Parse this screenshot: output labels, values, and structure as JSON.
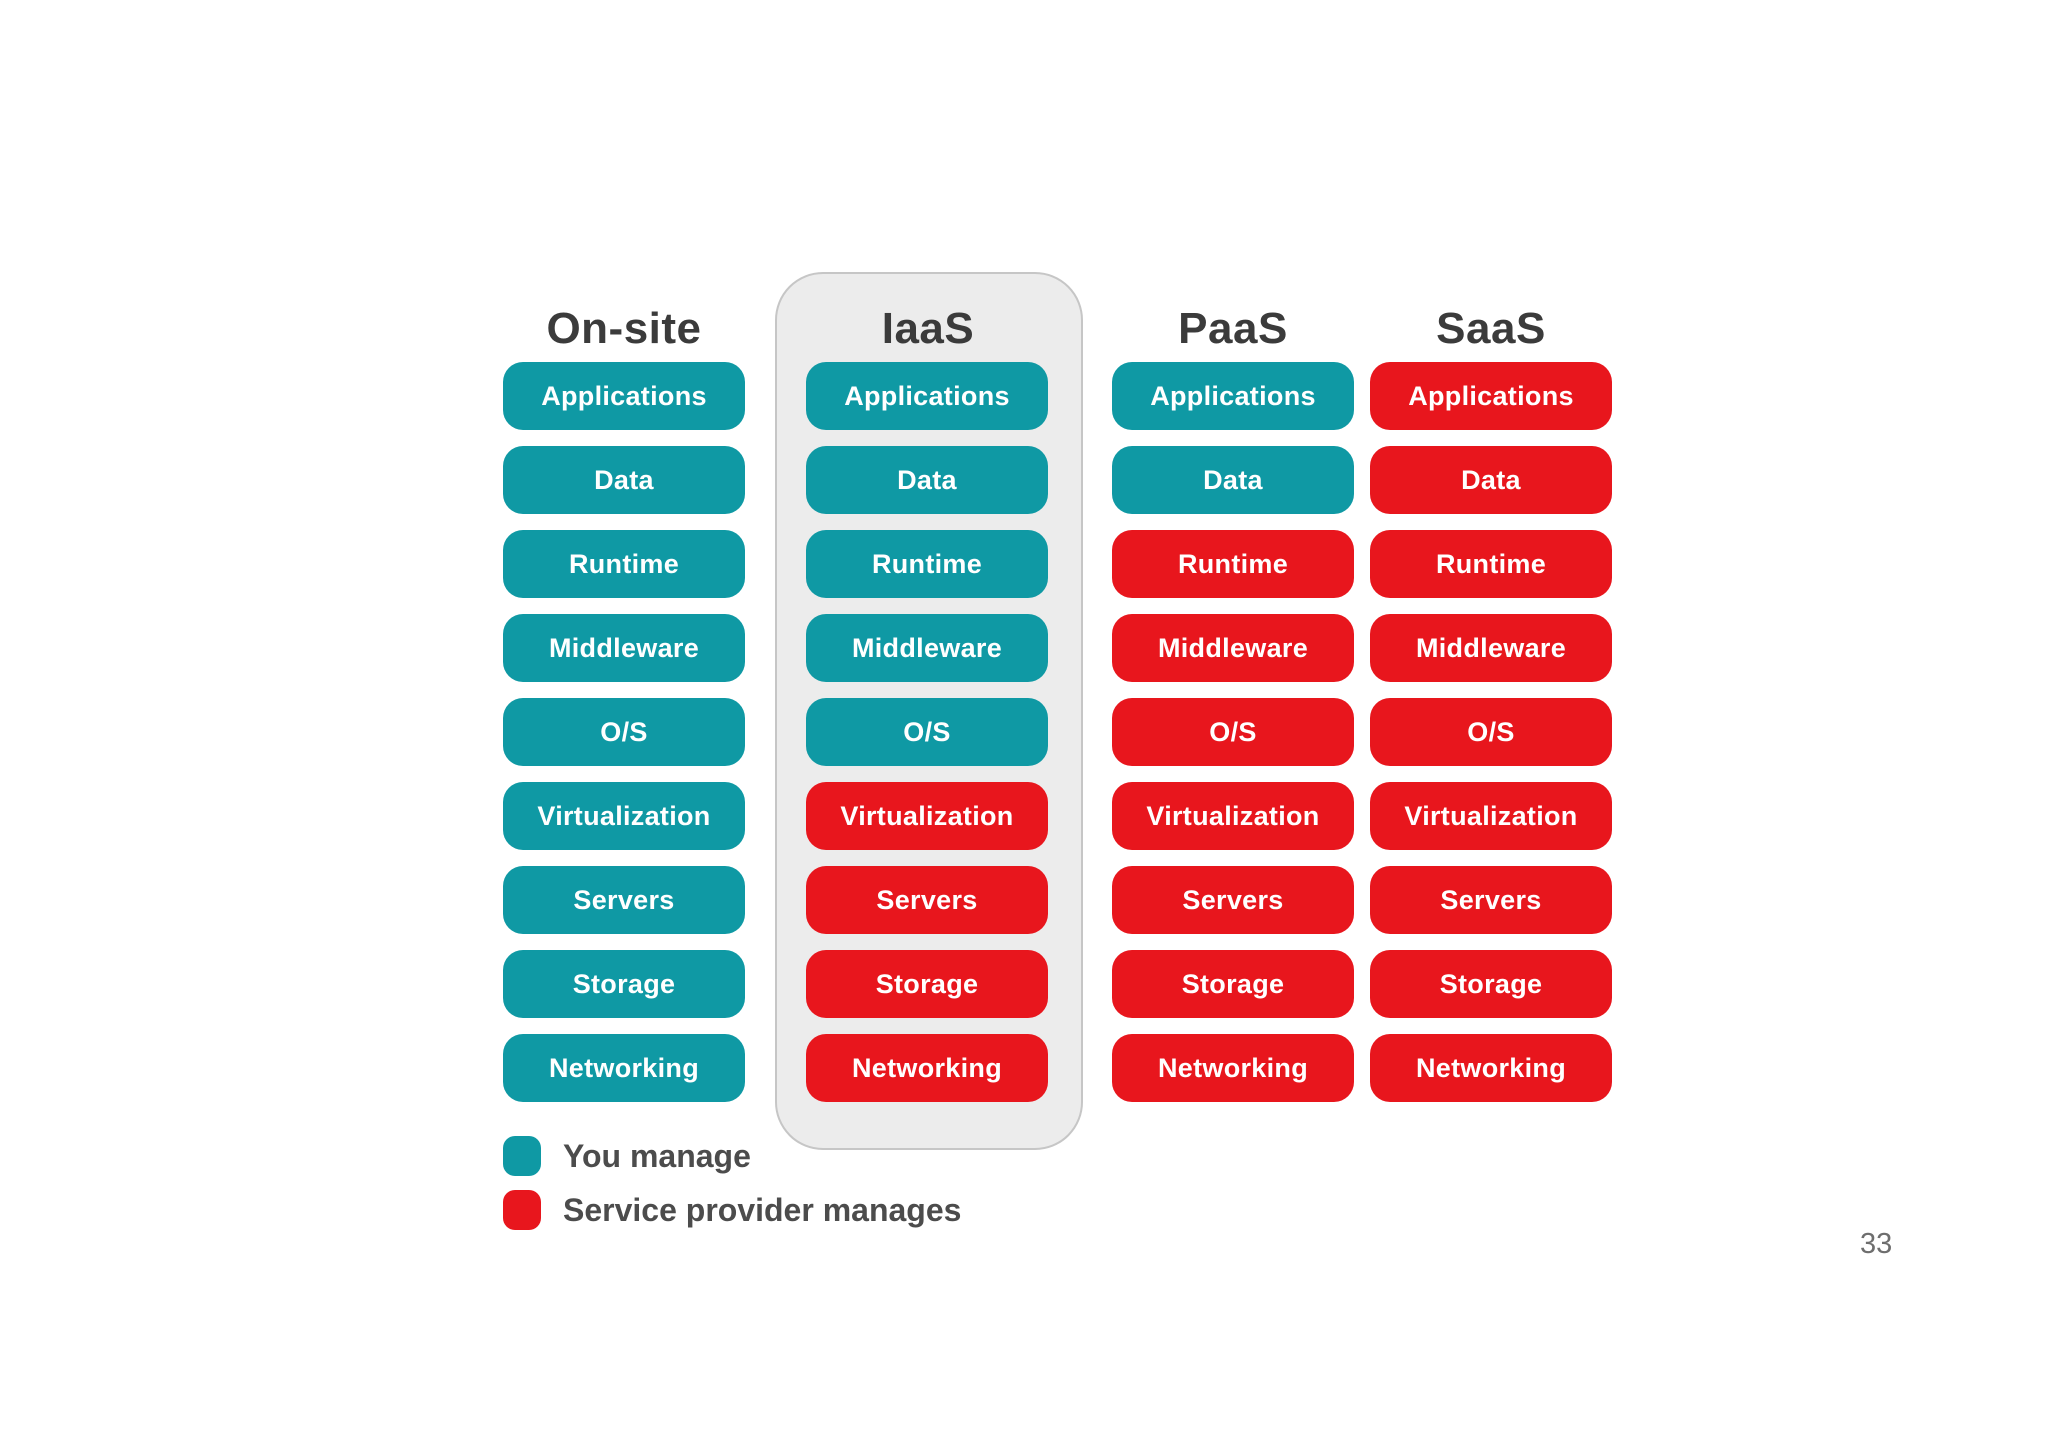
{
  "page": {
    "number": "33"
  },
  "colors": {
    "teal": "#0f99a4",
    "red": "#e8161d",
    "panel-fill": "#ececec",
    "panel-border": "#c6c6c6"
  },
  "legend": {
    "you_manage": {
      "label": "You manage",
      "color": "#0f99a4"
    },
    "provider_manages": {
      "label": "Service provider manages",
      "color": "#e8161d"
    }
  },
  "columns": [
    {
      "id": "onsite",
      "title": "On-site",
      "highlighted": false,
      "layers": [
        {
          "label": "Applications",
          "owner": "you"
        },
        {
          "label": "Data",
          "owner": "you"
        },
        {
          "label": "Runtime",
          "owner": "you"
        },
        {
          "label": "Middleware",
          "owner": "you"
        },
        {
          "label": "O/S",
          "owner": "you"
        },
        {
          "label": "Virtualization",
          "owner": "you"
        },
        {
          "label": "Servers",
          "owner": "you"
        },
        {
          "label": "Storage",
          "owner": "you"
        },
        {
          "label": "Networking",
          "owner": "you"
        }
      ]
    },
    {
      "id": "iaas",
      "title": "IaaS",
      "highlighted": true,
      "layers": [
        {
          "label": "Applications",
          "owner": "you"
        },
        {
          "label": "Data",
          "owner": "you"
        },
        {
          "label": "Runtime",
          "owner": "you"
        },
        {
          "label": "Middleware",
          "owner": "you"
        },
        {
          "label": "O/S",
          "owner": "you"
        },
        {
          "label": "Virtualization",
          "owner": "provider"
        },
        {
          "label": "Servers",
          "owner": "provider"
        },
        {
          "label": "Storage",
          "owner": "provider"
        },
        {
          "label": "Networking",
          "owner": "provider"
        }
      ]
    },
    {
      "id": "paas",
      "title": "PaaS",
      "highlighted": false,
      "layers": [
        {
          "label": "Applications",
          "owner": "you"
        },
        {
          "label": "Data",
          "owner": "you"
        },
        {
          "label": "Runtime",
          "owner": "provider"
        },
        {
          "label": "Middleware",
          "owner": "provider"
        },
        {
          "label": "O/S",
          "owner": "provider"
        },
        {
          "label": "Virtualization",
          "owner": "provider"
        },
        {
          "label": "Servers",
          "owner": "provider"
        },
        {
          "label": "Storage",
          "owner": "provider"
        },
        {
          "label": "Networking",
          "owner": "provider"
        }
      ]
    },
    {
      "id": "saas",
      "title": "SaaS",
      "highlighted": false,
      "layers": [
        {
          "label": "Applications",
          "owner": "provider"
        },
        {
          "label": "Data",
          "owner": "provider"
        },
        {
          "label": "Runtime",
          "owner": "provider"
        },
        {
          "label": "Middleware",
          "owner": "provider"
        },
        {
          "label": "O/S",
          "owner": "provider"
        },
        {
          "label": "Virtualization",
          "owner": "provider"
        },
        {
          "label": "Servers",
          "owner": "provider"
        },
        {
          "label": "Storage",
          "owner": "provider"
        },
        {
          "label": "Networking",
          "owner": "provider"
        }
      ]
    }
  ]
}
